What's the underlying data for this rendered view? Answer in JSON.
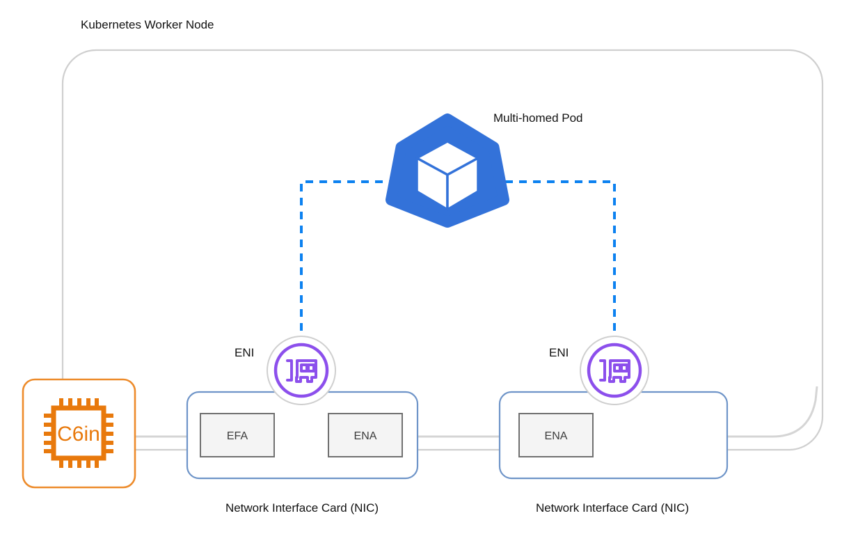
{
  "diagram": {
    "type": "architecture-diagram",
    "node_title": "Kubernetes Worker Node",
    "pod": {
      "label": "Multi-homed Pod",
      "icon": "kubernetes-logo",
      "color": "#3372d9"
    },
    "instance": {
      "label": "C6in",
      "icon": "cpu-chip-icon",
      "color": "#ed8b2b"
    },
    "connections": {
      "pod_to_eni_color": "#0c81f0",
      "pod_to_eni_style": "dashed",
      "hardware_link_color": "#d5d5d5",
      "hardware_link_style": "solid"
    },
    "enis": [
      {
        "label": "ENI",
        "icon": "network-interface-card-icon",
        "color": "#8c4fec"
      },
      {
        "label": "ENI",
        "icon": "network-interface-card-icon",
        "color": "#8c4fec"
      }
    ],
    "nics": [
      {
        "label": "Network Interface Card (NIC)",
        "border_color": "#6e94c8",
        "adapters": [
          {
            "label": "EFA"
          },
          {
            "label": "ENA"
          }
        ]
      },
      {
        "label": "Network Interface Card (NIC)",
        "border_color": "#6e94c8",
        "adapters": [
          {
            "label": "ENA"
          }
        ]
      }
    ],
    "outer_border_color": "#cfcfcf",
    "adapter_fill": "#f4f4f4",
    "adapter_border": "#707070"
  }
}
